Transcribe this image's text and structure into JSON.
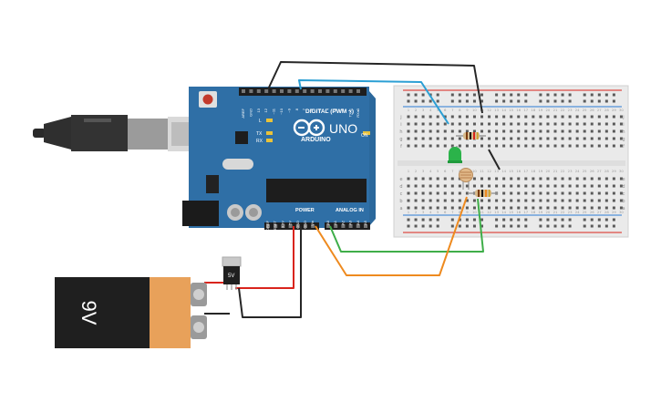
{
  "arduino": {
    "brand": "ARDUINO",
    "model": "UNO",
    "digital_label": "DIGITAL (PWM ~)",
    "power_label": "POWER",
    "analog_label": "ANALOG IN",
    "on_label": "ON",
    "l_label": "L",
    "tx_label": "TX",
    "rx_label": "RX",
    "digital_pins": [
      "AREF",
      "GND",
      "13",
      "12",
      "~11",
      "~10",
      "~9",
      "8",
      "7",
      "~6",
      "~5",
      "4",
      "~3",
      "2",
      "TX▸1",
      "RX◂0"
    ],
    "power_pins": [
      "IOREF",
      "RESET",
      "3.3V",
      "5V",
      "GND",
      "GND",
      "Vin"
    ],
    "analog_pins": [
      "A0",
      "A1",
      "A2",
      "A3",
      "A4",
      "A5"
    ]
  },
  "battery": {
    "label": "9V"
  },
  "regulator": {
    "label": "5V"
  },
  "breadboard": {
    "row_letters_top": [
      "j",
      "i",
      "h",
      "g",
      "f"
    ],
    "row_letters_bottom": [
      "e",
      "d",
      "c",
      "b",
      "a"
    ],
    "column_numbers": [
      "1",
      "2",
      "3",
      "4",
      "5",
      "6",
      "7",
      "8",
      "9",
      "10",
      "11",
      "12",
      "13",
      "14",
      "15",
      "16",
      "17",
      "18",
      "19",
      "20",
      "21",
      "22",
      "23",
      "24",
      "25",
      "26",
      "27",
      "28",
      "29",
      "30"
    ]
  },
  "colors": {
    "board_blue": "#2f6fa6",
    "wire_black": "#262626",
    "wire_blue": "#2b9fd4",
    "wire_red": "#d9241c",
    "wire_green": "#3fae49",
    "wire_orange": "#ee8a1f",
    "led_green": "#2bb34a",
    "battery_orange": "#e8a15a"
  },
  "icons": [
    "usb-cable-icon",
    "reset-button-icon",
    "arduino-logo-icon",
    "infinity-logo-icon"
  ]
}
